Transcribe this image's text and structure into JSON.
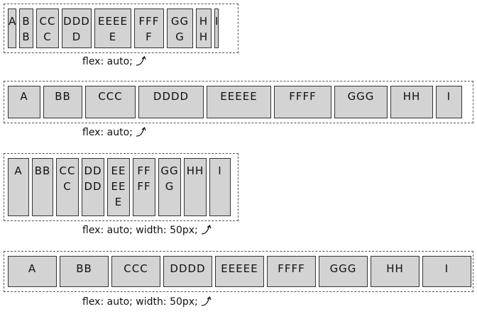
{
  "rows": [
    {
      "items": [
        [
          "A"
        ],
        [
          "B",
          "B"
        ],
        [
          "CC",
          "C"
        ],
        [
          "DDD",
          "D"
        ],
        [
          "EEEE",
          "E"
        ],
        [
          "FFF",
          "F"
        ],
        [
          "GG",
          "G"
        ],
        [
          "H",
          "H"
        ],
        [
          "I"
        ]
      ],
      "caption": "flex: auto;"
    },
    {
      "items": [
        [
          "A"
        ],
        [
          "BB"
        ],
        [
          "CCC"
        ],
        [
          "DDDD"
        ],
        [
          "EEEEE"
        ],
        [
          "FFFF"
        ],
        [
          "GGG"
        ],
        [
          "HH"
        ],
        [
          "I"
        ]
      ],
      "caption": "flex: auto;"
    },
    {
      "items": [
        [
          "A"
        ],
        [
          "BB"
        ],
        [
          "CC",
          "C"
        ],
        [
          "DD",
          "DD"
        ],
        [
          "EE",
          "EE",
          "E"
        ],
        [
          "FF",
          "FF"
        ],
        [
          "GG",
          "G"
        ],
        [
          "HH"
        ],
        [
          "I"
        ]
      ],
      "caption": "flex: auto; width: 50px;"
    },
    {
      "items": [
        [
          "A"
        ],
        [
          "BB"
        ],
        [
          "CCC"
        ],
        [
          "DDDD"
        ],
        [
          "EEEEE"
        ],
        [
          "FFFF"
        ],
        [
          "GGG"
        ],
        [
          "HH"
        ],
        [
          "I"
        ]
      ],
      "caption": "flex: auto; width: 50px;"
    }
  ]
}
